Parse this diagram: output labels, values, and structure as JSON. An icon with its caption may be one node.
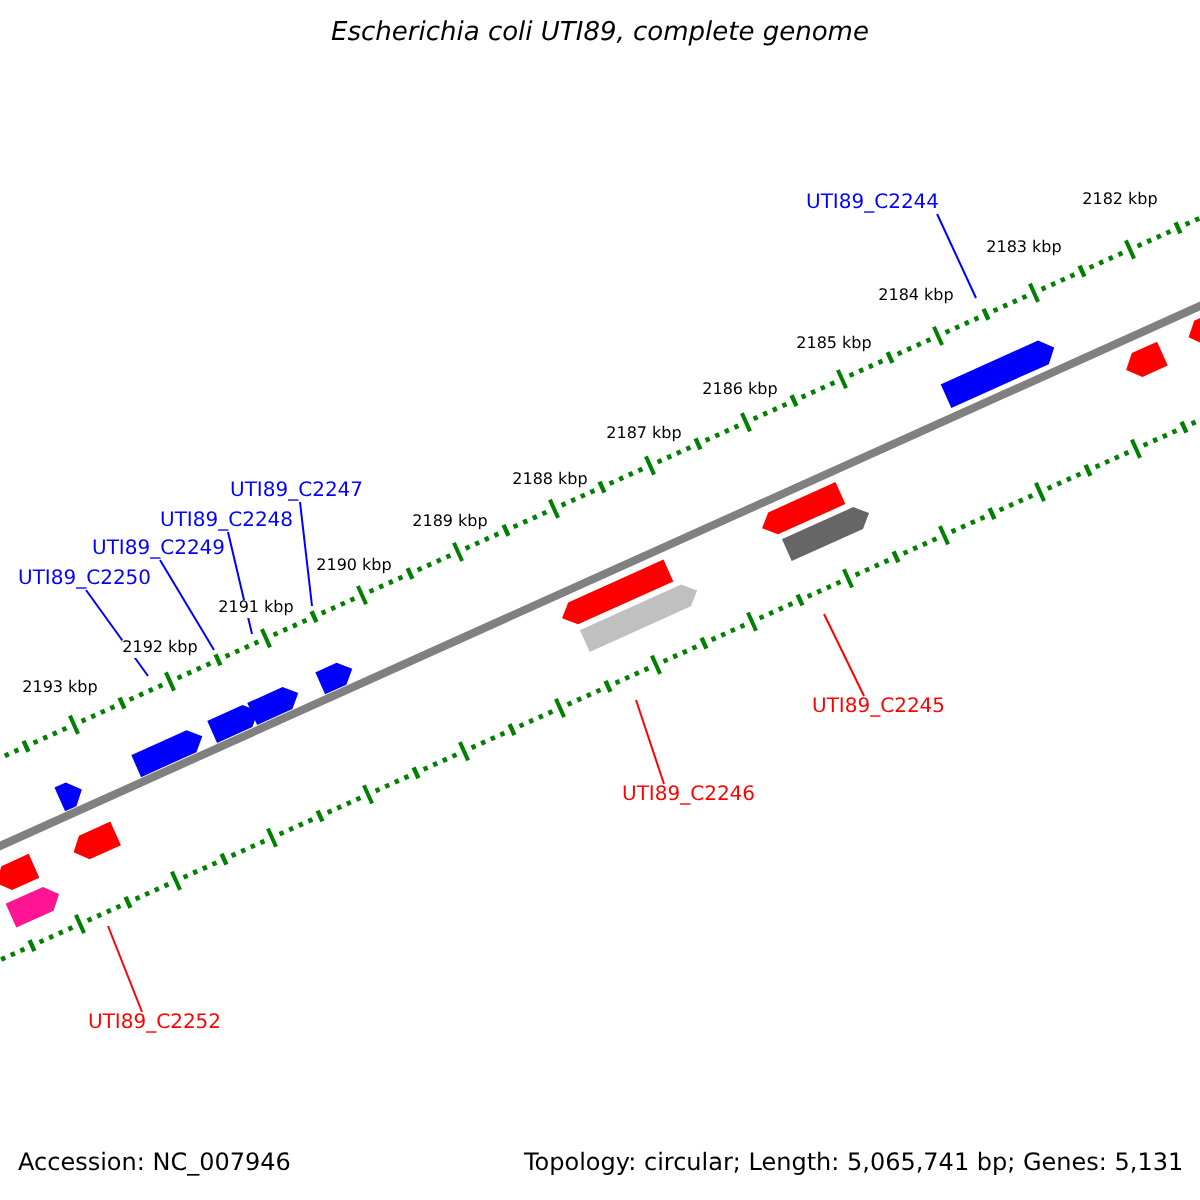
{
  "diagram": {
    "title": "Escherichia coli UTI89, complete genome",
    "nodes": [
      {
        "text": [
          "UTI89_C2244"
        ]
      },
      {
        "text": [
          "UTI89_C2247"
        ]
      },
      {
        "text": [
          "UTI89_C2248"
        ]
      },
      {
        "text": [
          "UTI89_C2249"
        ]
      },
      {
        "text": [
          "UTI89_C2250"
        ]
      },
      {
        "text": [
          "UTI89_C2245"
        ]
      },
      {
        "text": [
          "UTI89_C2246"
        ]
      },
      {
        "text": [
          "UTI89_C2252"
        ]
      }
    ],
    "edges": [
      {
        "from": 0,
        "to": null,
        "arrow": "none"
      },
      {
        "from": 1,
        "to": null,
        "arrow": "none"
      },
      {
        "from": 2,
        "to": null,
        "arrow": "none"
      },
      {
        "from": 3,
        "to": null,
        "arrow": "none"
      },
      {
        "from": 4,
        "to": null,
        "arrow": "none"
      },
      {
        "from": 5,
        "to": null,
        "arrow": "none",
        "color": "#ff0000"
      },
      {
        "from": 6,
        "to": null,
        "arrow": "none",
        "color": "#ff0000"
      },
      {
        "from": 7,
        "to": null,
        "arrow": "none",
        "color": "#ff0000"
      }
    ],
    "labels": [
      "2182 kbp",
      "2183 kbp",
      "2184 kbp",
      "2185 kbp",
      "2186 kbp",
      "2187 kbp",
      "2188 kbp",
      "2189 kbp",
      "2190 kbp",
      "2191 kbp",
      "2192 kbp",
      "2193 kbp",
      "Accession: NC_007946",
      "Topology: circular; Length: 5,065,741 bp; Genes: 5,131"
    ]
  }
}
